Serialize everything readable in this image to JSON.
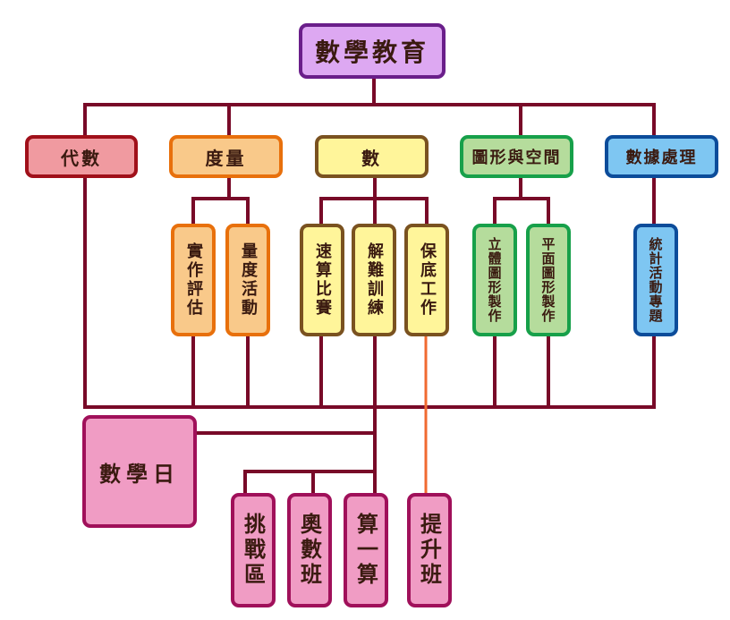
{
  "root": {
    "label": "數學教育",
    "fill": "#dda8f2",
    "border": "#6a1e8a"
  },
  "categories": [
    {
      "label": "代數",
      "fill": "#f09aa0",
      "border": "#a0101a"
    },
    {
      "label": "度量",
      "fill": "#f9c98a",
      "border": "#e8700c"
    },
    {
      "label": "數",
      "fill": "#fff59a",
      "border": "#7a5220"
    },
    {
      "label": "圖形與空間",
      "fill": "#b5dc9c",
      "border": "#17a04a"
    },
    {
      "label": "數據處理",
      "fill": "#7ec6f2",
      "border": "#0c4c9a"
    }
  ],
  "activities": [
    {
      "label": "實作評估",
      "parent": "度量"
    },
    {
      "label": "量度活動",
      "parent": "度量"
    },
    {
      "label": "速算比賽",
      "parent": "數"
    },
    {
      "label": "解難訓練",
      "parent": "數"
    },
    {
      "label": "保底工作",
      "parent": "數"
    },
    {
      "label": "立體圖形製作",
      "parent": "圖形與空間"
    },
    {
      "label": "平面圖形製作",
      "parent": "圖形與空間"
    },
    {
      "label": "統計活動專題",
      "parent": "數據處理"
    }
  ],
  "bottom": {
    "math_day": "數學日",
    "programs": [
      "挑戰區",
      "奧數班",
      "算一算"
    ],
    "support": "提升班",
    "fill": "#f09cc4",
    "border": "#a0105a"
  },
  "line_color": "#780a28",
  "support_line_color": "#f06a30"
}
